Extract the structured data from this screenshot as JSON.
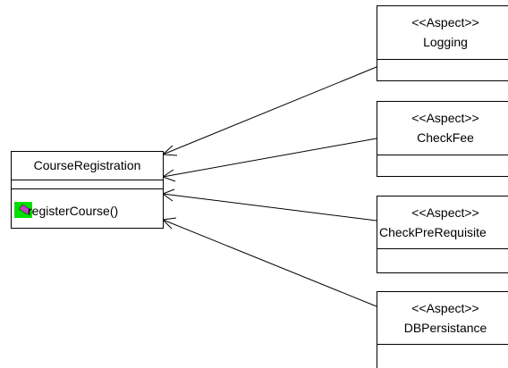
{
  "class": {
    "name": "CourseRegistration",
    "operation": "registerCourse()",
    "operation_icon": "method-icon",
    "operation_icon_color": "#00e000",
    "operation_icon_accent": "#c040c0"
  },
  "aspects": [
    {
      "stereotype": "<<Aspect>>",
      "name": "Logging"
    },
    {
      "stereotype": "<<Aspect>>",
      "name": "CheckFee"
    },
    {
      "stereotype": "<<Aspect>>",
      "name": "CheckPreRequisite"
    },
    {
      "stereotype": "<<Aspect>>",
      "name": "DBPersistance"
    }
  ],
  "relations": [
    {
      "from": "Logging",
      "to": "CourseRegistration",
      "arrow": "open"
    },
    {
      "from": "CheckFee",
      "to": "CourseRegistration",
      "arrow": "open"
    },
    {
      "from": "CheckPreRequisite",
      "to": "CourseRegistration",
      "arrow": "open"
    },
    {
      "from": "DBPersistance",
      "to": "CourseRegistration",
      "arrow": "open"
    }
  ]
}
